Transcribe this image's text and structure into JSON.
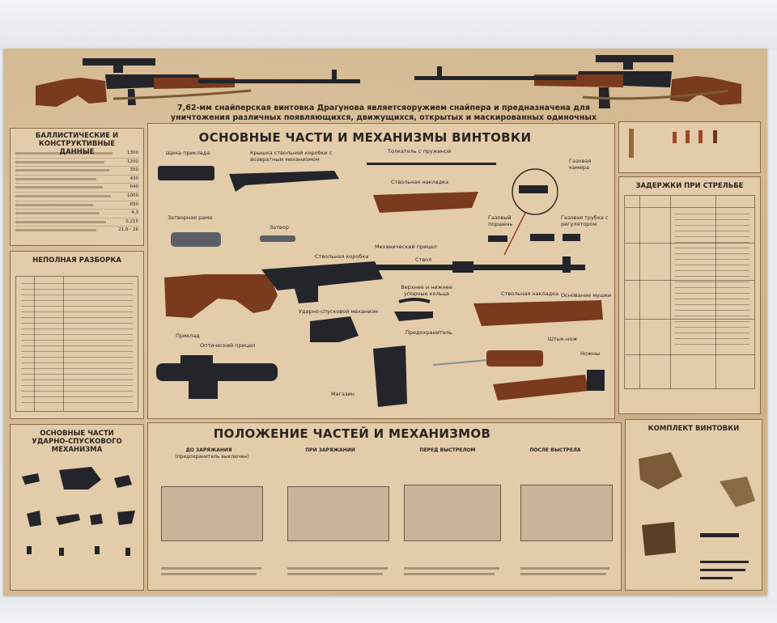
{
  "poster": {
    "top_caption": "7,62-мм снайперская винтовка Драгунова являетсяоружием снайпера и предназначена для уничтожения различных появляющихся, движущихся, открытых и маскированных одиночных целей",
    "ballistic": {
      "title": "БАЛЛИСТИЧЕСКИЕ И КОНСТРУКТИВНЫЕ ДАННЫЕ",
      "values": [
        "1300",
        "1200",
        "350",
        "430",
        "640",
        "1000",
        "830",
        "4,3",
        "0,215",
        "21,0 - 26"
      ]
    },
    "partial": {
      "title": "НЕПОЛНАЯ РАЗБОРКА"
    },
    "main_parts": {
      "title": "ОСНОВНЫЕ ЧАСТИ И МЕХАНИЗМЫ ВИНТОВКИ",
      "labels": {
        "buttplate": "Щека приклада",
        "receiver_cover": "Крышка ствольной коробки с возвратным механизмом",
        "pusher": "Толкатель с пружиной",
        "gas_chamber": "Газовая камера",
        "handguard_top": "Ствольная накладка",
        "bolt_carrier": "Затворная рама",
        "bolt": "Затвор",
        "gas_piston": "Газовый поршень",
        "gas_tube": "Газовая трубка с регулятором",
        "mech_sight": "Механический прицел",
        "receiver": "Ствольная коробка",
        "barrel": "Ствол",
        "rings": "Верхнее и нижнее упорные кольца",
        "handguard_bottom": "Ствольная накладка",
        "front_sight": "Основание мушки",
        "trigger": "Ударно-спусковой механизм",
        "stock": "Приклад",
        "safety": "Предохранитель",
        "optic": "Оптический прицел",
        "bayonet": "Штык-нож",
        "scabbard": "Ножны",
        "magazine": "Магазин"
      }
    },
    "delays": {
      "title": "ЗАДЕРЖКИ ПРИ СТРЕЛЬБЕ"
    },
    "trigger_parts": {
      "title": "ОСНОВНЫЕ ЧАСТИ УДАРНО-СПУСКОВОГО МЕХАНИЗМА"
    },
    "positions": {
      "title": "ПОЛОЖЕНИЕ ЧАСТЕЙ И МЕХАНИЗМОВ",
      "stages": [
        "ДО ЗАРЯЖАНИЯ",
        "ПРИ ЗАРЯЖАНИИ",
        "ПЕРЕД ВЫСТРЕЛОМ",
        "ПОСЛЕ ВЫСТРЕЛА"
      ],
      "stage1_sub": "(предохранитель выключен)"
    },
    "kit": {
      "title": "КОМПЛЕКТ ВИНТОВКИ"
    }
  }
}
